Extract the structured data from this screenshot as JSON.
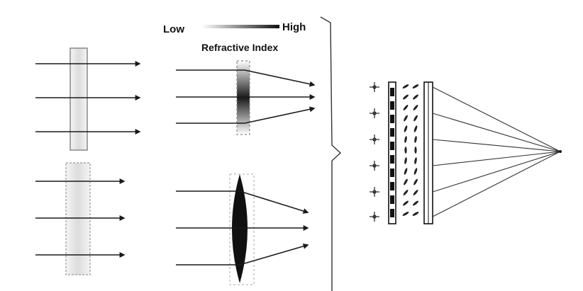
{
  "legend": {
    "low_label": "Low",
    "high_label": "High",
    "caption": "Refractive Index"
  },
  "colors": {
    "line": "#1a1a1a",
    "plate_outline": "#888888",
    "gradient_dark": "#2b2b2b",
    "lens_fill": "#111111",
    "background": "#ffffff"
  },
  "panels": [
    {
      "name": "flat-plate-uniform",
      "rays": 3,
      "output": "parallel"
    },
    {
      "name": "grin-plate",
      "rays": 3,
      "output": "converging"
    },
    {
      "name": "flat-plate-uniform-2",
      "rays": 3,
      "output": "parallel"
    },
    {
      "name": "convex-lens",
      "rays": 3,
      "output": "converging"
    },
    {
      "name": "liquid-crystal-lens",
      "rays": 6,
      "output": "converging-to-focus"
    }
  ]
}
